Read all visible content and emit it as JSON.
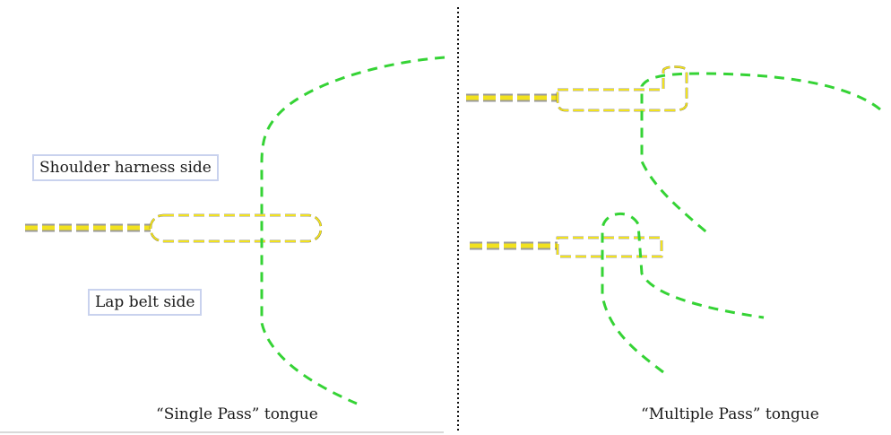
{
  "labels": {
    "shoulder": "Shoulder harness side",
    "lap": "Lap belt side"
  },
  "captions": {
    "left": "“Single Pass” tongue",
    "right": "“Multiple Pass” tongue"
  },
  "colors": {
    "belt": "#f2e21e",
    "belt_outline": "#9a9a9a",
    "routing": "#35d335",
    "divider": "#111111"
  }
}
